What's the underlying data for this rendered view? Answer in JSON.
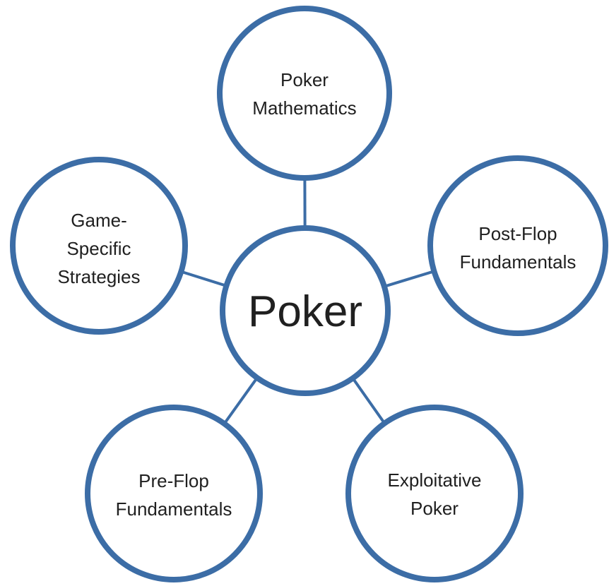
{
  "diagram": {
    "type": "radial-cycle",
    "background_color": "#ffffff",
    "stroke_color": "#3c6da6",
    "connector_color": "#3c6da6",
    "circle_fill": "#ffffff",
    "text_color": "#202020",
    "center": {
      "id": "poker",
      "label": "Poker"
    },
    "nodes": [
      {
        "id": "poker-mathematics",
        "position": "top",
        "lines": [
          "Poker",
          "Mathematics"
        ]
      },
      {
        "id": "post-flop-fundamentals",
        "position": "right",
        "lines": [
          "Post-Flop",
          "Fundamentals"
        ]
      },
      {
        "id": "exploitative-poker",
        "position": "bottom-right",
        "lines": [
          "Exploitative",
          "Poker"
        ]
      },
      {
        "id": "pre-flop-fundamentals",
        "position": "bottom-left",
        "lines": [
          "Pre-Flop",
          "Fundamentals"
        ]
      },
      {
        "id": "game-specific-strategies",
        "position": "left",
        "lines": [
          "Game-",
          "Specific",
          "Strategies"
        ]
      }
    ]
  }
}
